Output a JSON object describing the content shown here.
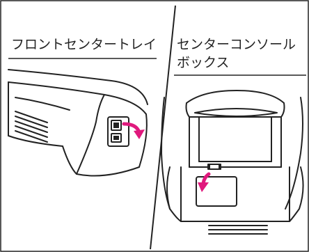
{
  "panels": {
    "left": {
      "title": "フロントセンタートレイ"
    },
    "right": {
      "title_line1": "センターコンソール",
      "title_line2": "ボックス"
    }
  },
  "colors": {
    "line": "#222222",
    "arrow": "#e0197d",
    "background": "#ffffff"
  },
  "icons": {
    "arrow_left": "pink-curved-arrow-icon",
    "arrow_right": "pink-down-arrow-icon"
  }
}
